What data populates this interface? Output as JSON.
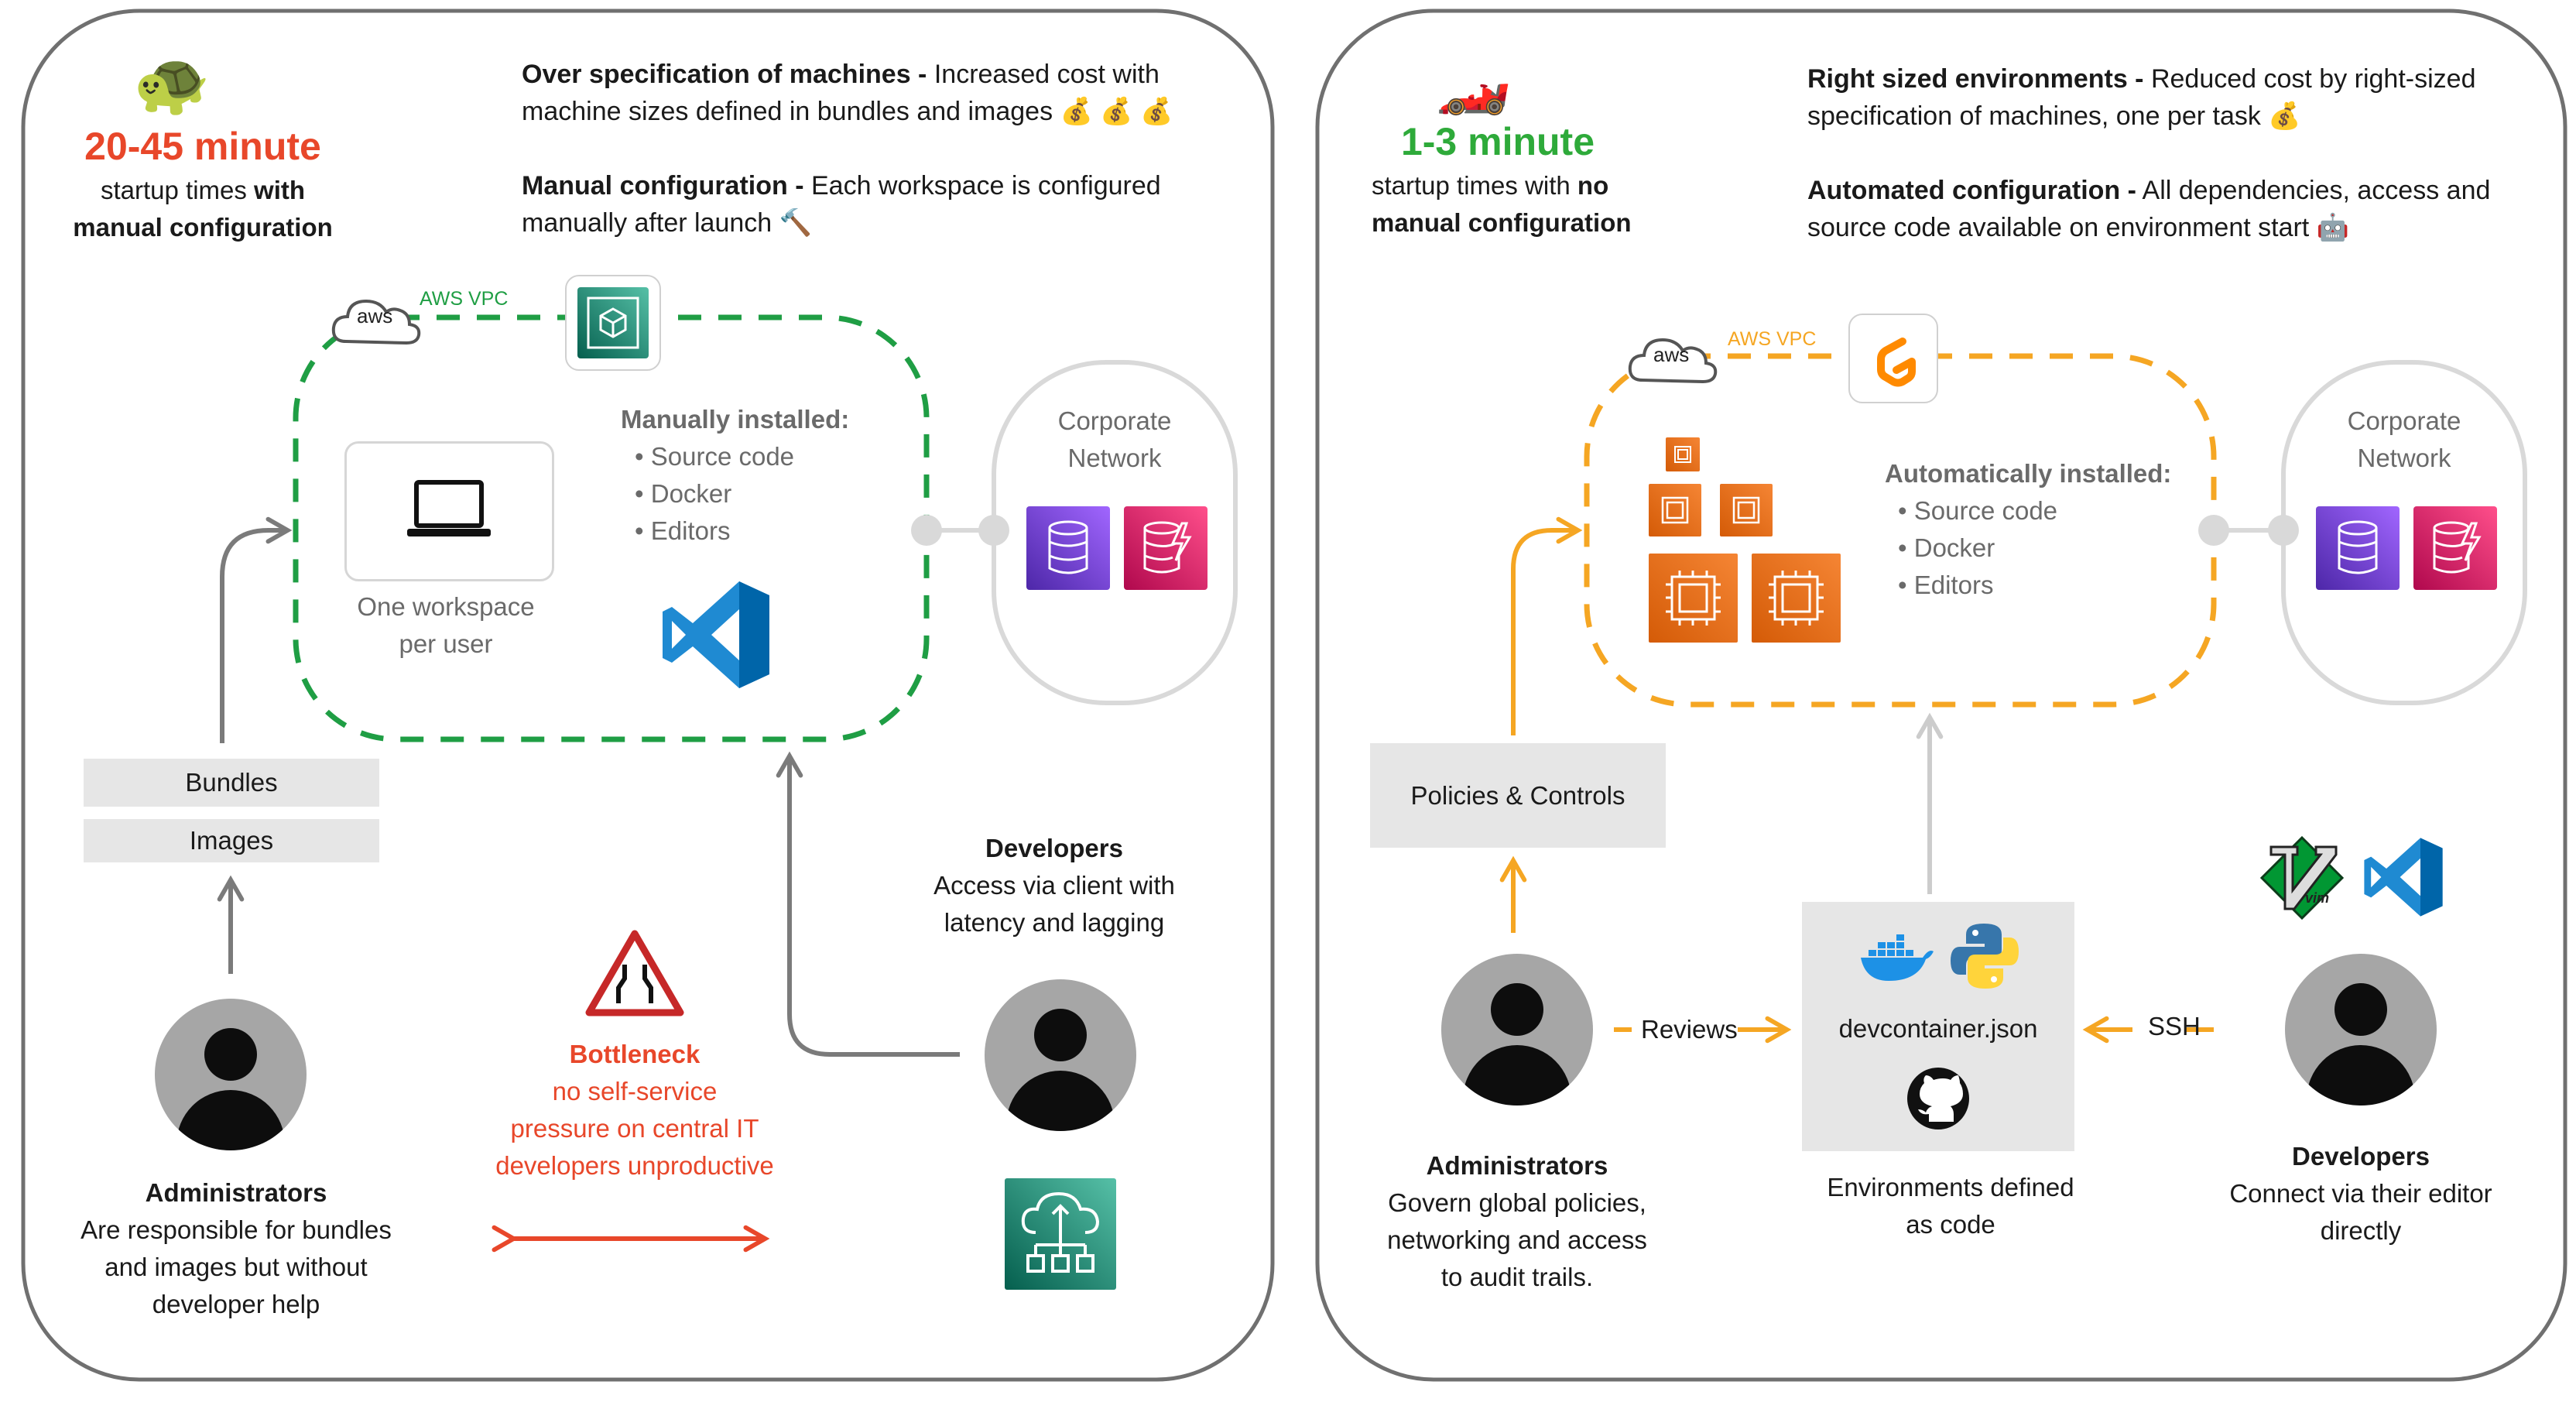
{
  "colors": {
    "accent_red": "#e8472a",
    "accent_green": "#2eaa3a",
    "vpc_green": "#1f9e44",
    "vpc_orange": "#f5a623",
    "arrow_grey": "#7b7b7b",
    "arrow_orange": "#f5a623",
    "panel_border": "#707070",
    "box_grey": "#e6e6e6",
    "rds_purple": "#8c4fff",
    "dynamo_pink": "#c925d1"
  },
  "left_panel": {
    "emoji": "🐢",
    "time_big": "20-45 minute",
    "time_line1_plain": "startup times ",
    "time_line1_bold": "with",
    "time_line2": "manual configuration",
    "point1_bold": "Over specification of machines -",
    "point1_text": " Increased cost with",
    "point1_line2": "machine sizes defined in bundles and images 💰 💰 💰",
    "point2_bold": "Manual configuration -",
    "point2_text": " Each workspace is configured",
    "point2_line2": "manually after launch 🔨",
    "aws_badge": "aws",
    "vpc_label": "AWS VPC",
    "workspace_label1": "One workspace",
    "workspace_label2": "per user",
    "installed_heading": "Manually installed:",
    "installed_items": [
      "Source code",
      "Docker",
      "Editors"
    ],
    "corporate_line1": "Corporate",
    "corporate_line2": "Network",
    "bundles": "Bundles",
    "images": "Images",
    "developers_title": "Developers",
    "developers_line1": "Access via client with",
    "developers_line2": "latency and lagging",
    "bottleneck_title": "Bottleneck",
    "bottleneck_lines": [
      "no self-service",
      "pressure on central IT",
      "developers unproductive"
    ],
    "admins_title": "Administrators",
    "admins_lines": [
      "Are responsible for bundles",
      "and images but without",
      "developer help"
    ]
  },
  "right_panel": {
    "emoji": "🏎️",
    "time_big": "1-3 minute",
    "time_line1_plain": "startup times with ",
    "time_line1_bold": "no",
    "time_line2": "manual configuration",
    "point1_bold": "Right sized environments -",
    "point1_text": " Reduced cost by right-sized",
    "point1_line2": "specification of machines, one per task 💰",
    "point2_bold": "Automated configuration -",
    "point2_text": " All dependencies, access and",
    "point2_line2": "source code available on environment start 🤖",
    "aws_badge": "aws",
    "vpc_label": "AWS VPC",
    "installed_heading": "Automatically installed:",
    "installed_items": [
      "Source code",
      "Docker",
      "Editors"
    ],
    "corporate_line1": "Corporate",
    "corporate_line2": "Network",
    "policies": "Policies & Controls",
    "devcontainer": "devcontainer.json",
    "env_line1": "Environments defined",
    "env_line2": "as code",
    "reviews": "Reviews",
    "ssh": "SSH",
    "vim_label": "vim",
    "admins_title": "Administrators",
    "admins_lines": [
      "Govern global policies,",
      "networking and access",
      "to audit trails."
    ],
    "developers_title": "Developers",
    "developers_lines": [
      "Connect via their editor",
      "directly"
    ]
  }
}
